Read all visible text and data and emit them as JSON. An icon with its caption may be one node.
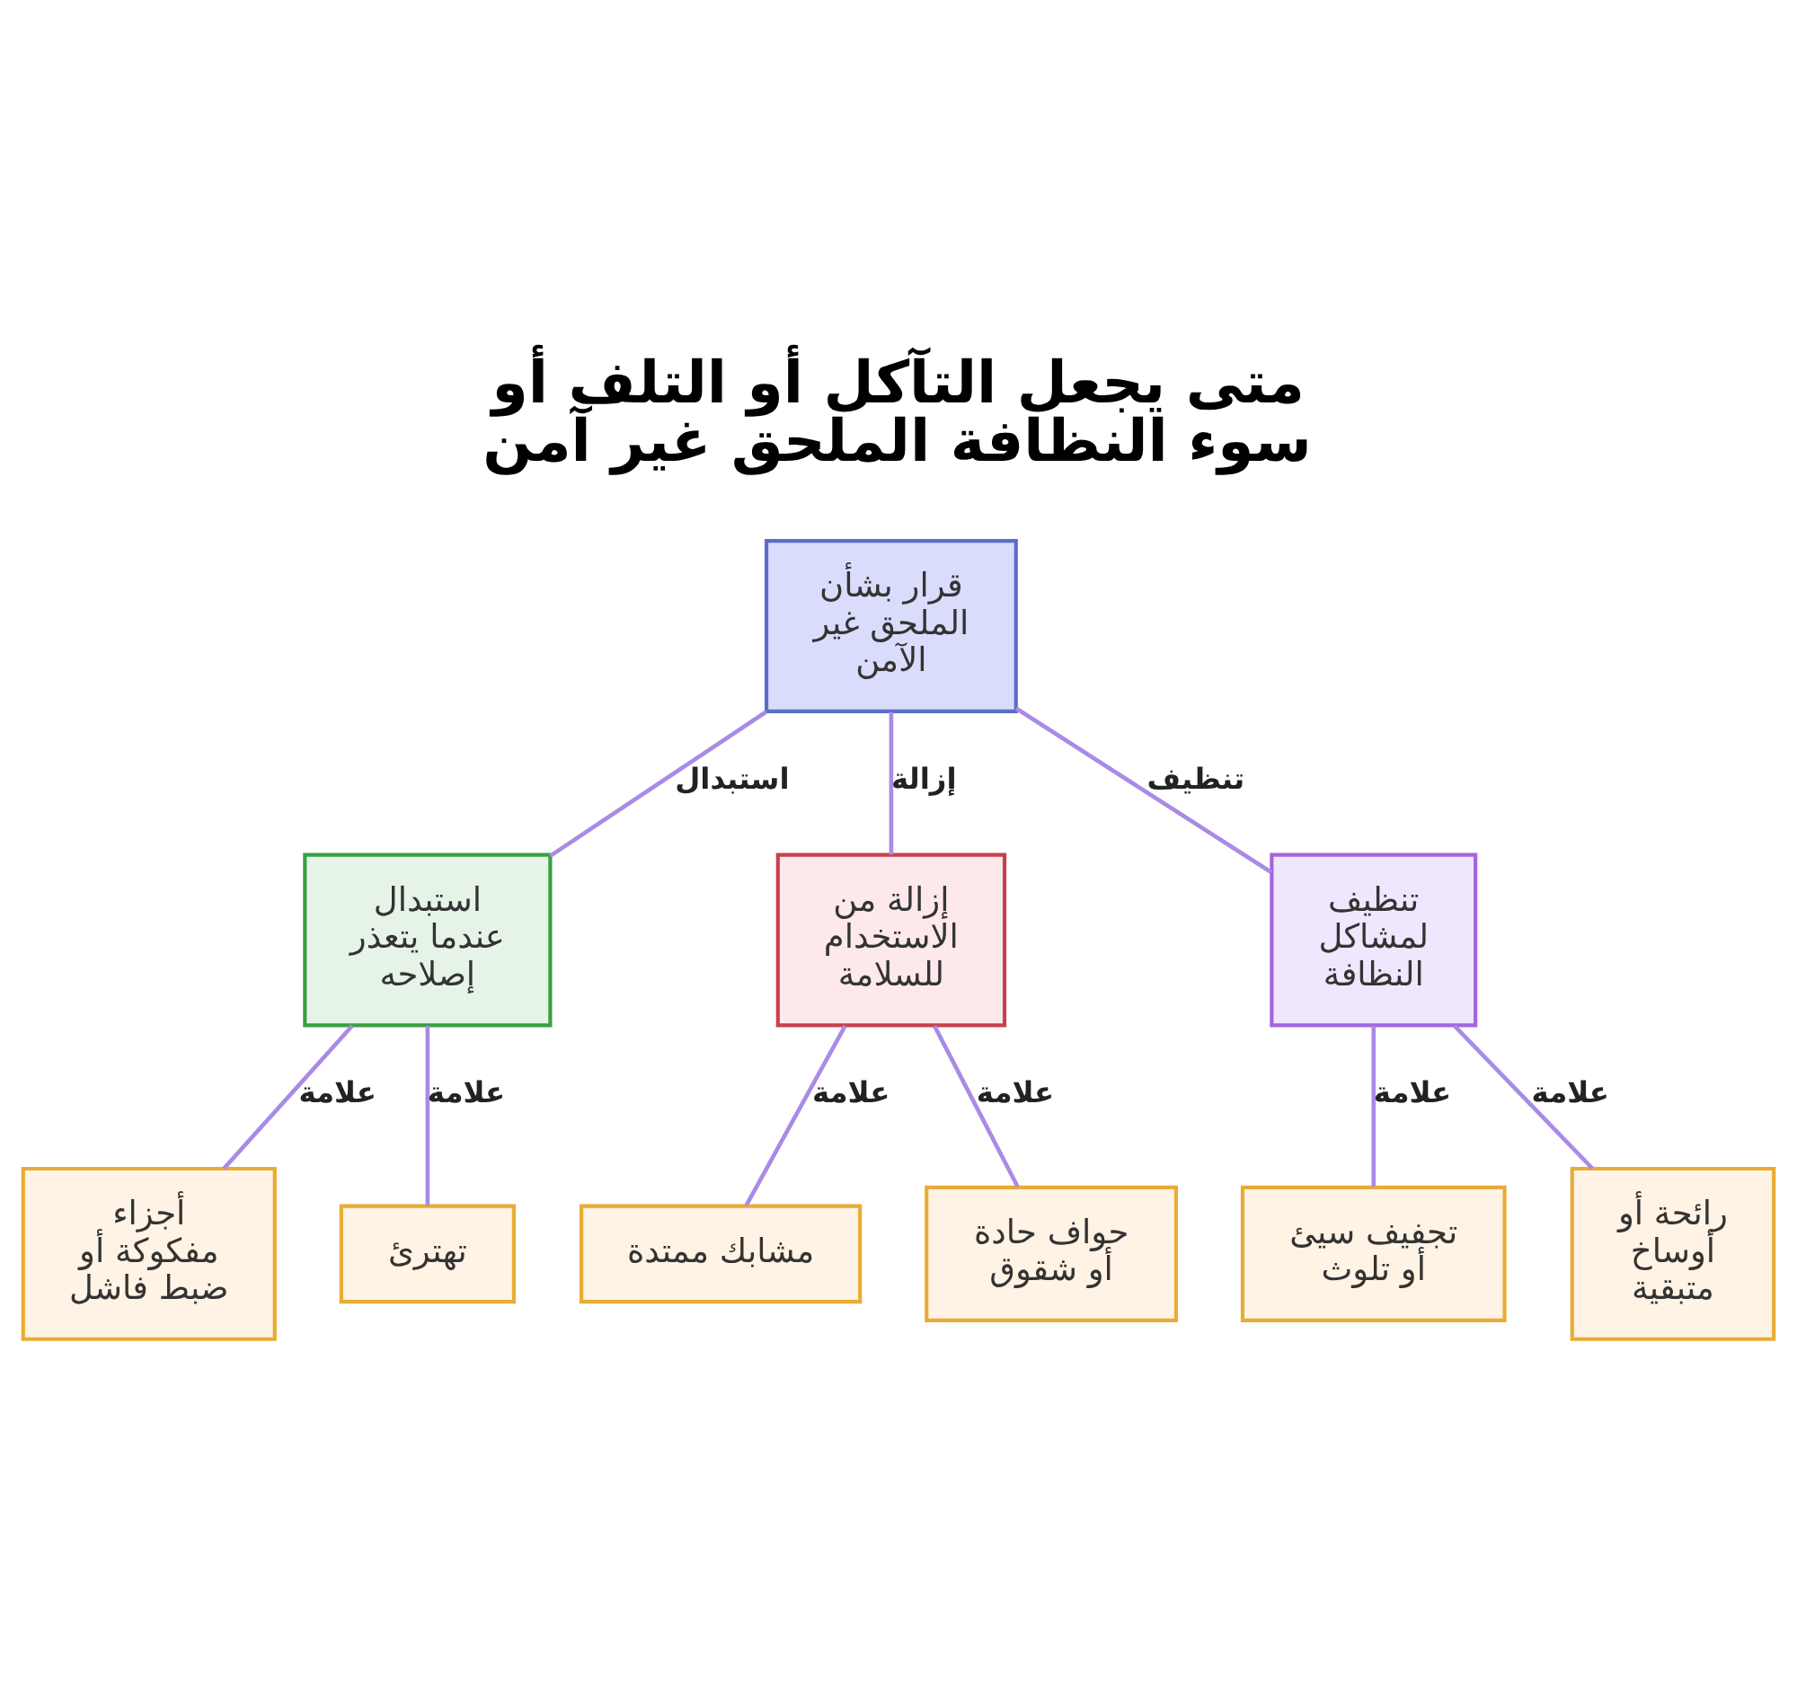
{
  "diagram": {
    "title": "متى يجعل التآكل أو التلف أو سوء النظافة الملحق غير آمن",
    "nodes": [
      {
        "text": [
          "قرار بشأن الملحق غير الآمن"
        ]
      },
      {
        "text": [
          "تنظيف لمشاكل النظافة"
        ]
      },
      {
        "text": [
          "إزالة من الاستخدام للسلامة"
        ]
      },
      {
        "text": [
          "استبدال عندما يتعذر إصلاحه"
        ]
      },
      {
        "text": [
          "رائحة أو أوساخ متبقية"
        ]
      },
      {
        "text": [
          "تجفيف سيئ أو تلوث"
        ]
      },
      {
        "text": [
          "حواف حادة أو شقوق"
        ]
      },
      {
        "text": [
          "مشابك ممتدة"
        ]
      },
      {
        "text": [
          "تهترئ"
        ]
      },
      {
        "text": [
          "أجزاء مفكوكة أو ضبط فاشل"
        ]
      }
    ],
    "edges": [
      {
        "from": 0,
        "to": 1,
        "arrow": "none",
        "label": "تنظيف"
      },
      {
        "from": 0,
        "to": 2,
        "arrow": "none",
        "label": "إزالة"
      },
      {
        "from": 0,
        "to": 3,
        "arrow": "none",
        "label": "استبدال"
      },
      {
        "from": 1,
        "to": 4,
        "arrow": "none",
        "label": "علامة"
      },
      {
        "from": 1,
        "to": 5,
        "arrow": "none",
        "label": "علامة"
      },
      {
        "from": 2,
        "to": 6,
        "arrow": "none",
        "label": "علامة"
      },
      {
        "from": 2,
        "to": 7,
        "arrow": "none",
        "label": "علامة"
      },
      {
        "from": 3,
        "to": 8,
        "arrow": "none",
        "label": "علامة"
      },
      {
        "from": 3,
        "to": 9,
        "arrow": "none",
        "label": "علامة"
      }
    ]
  }
}
